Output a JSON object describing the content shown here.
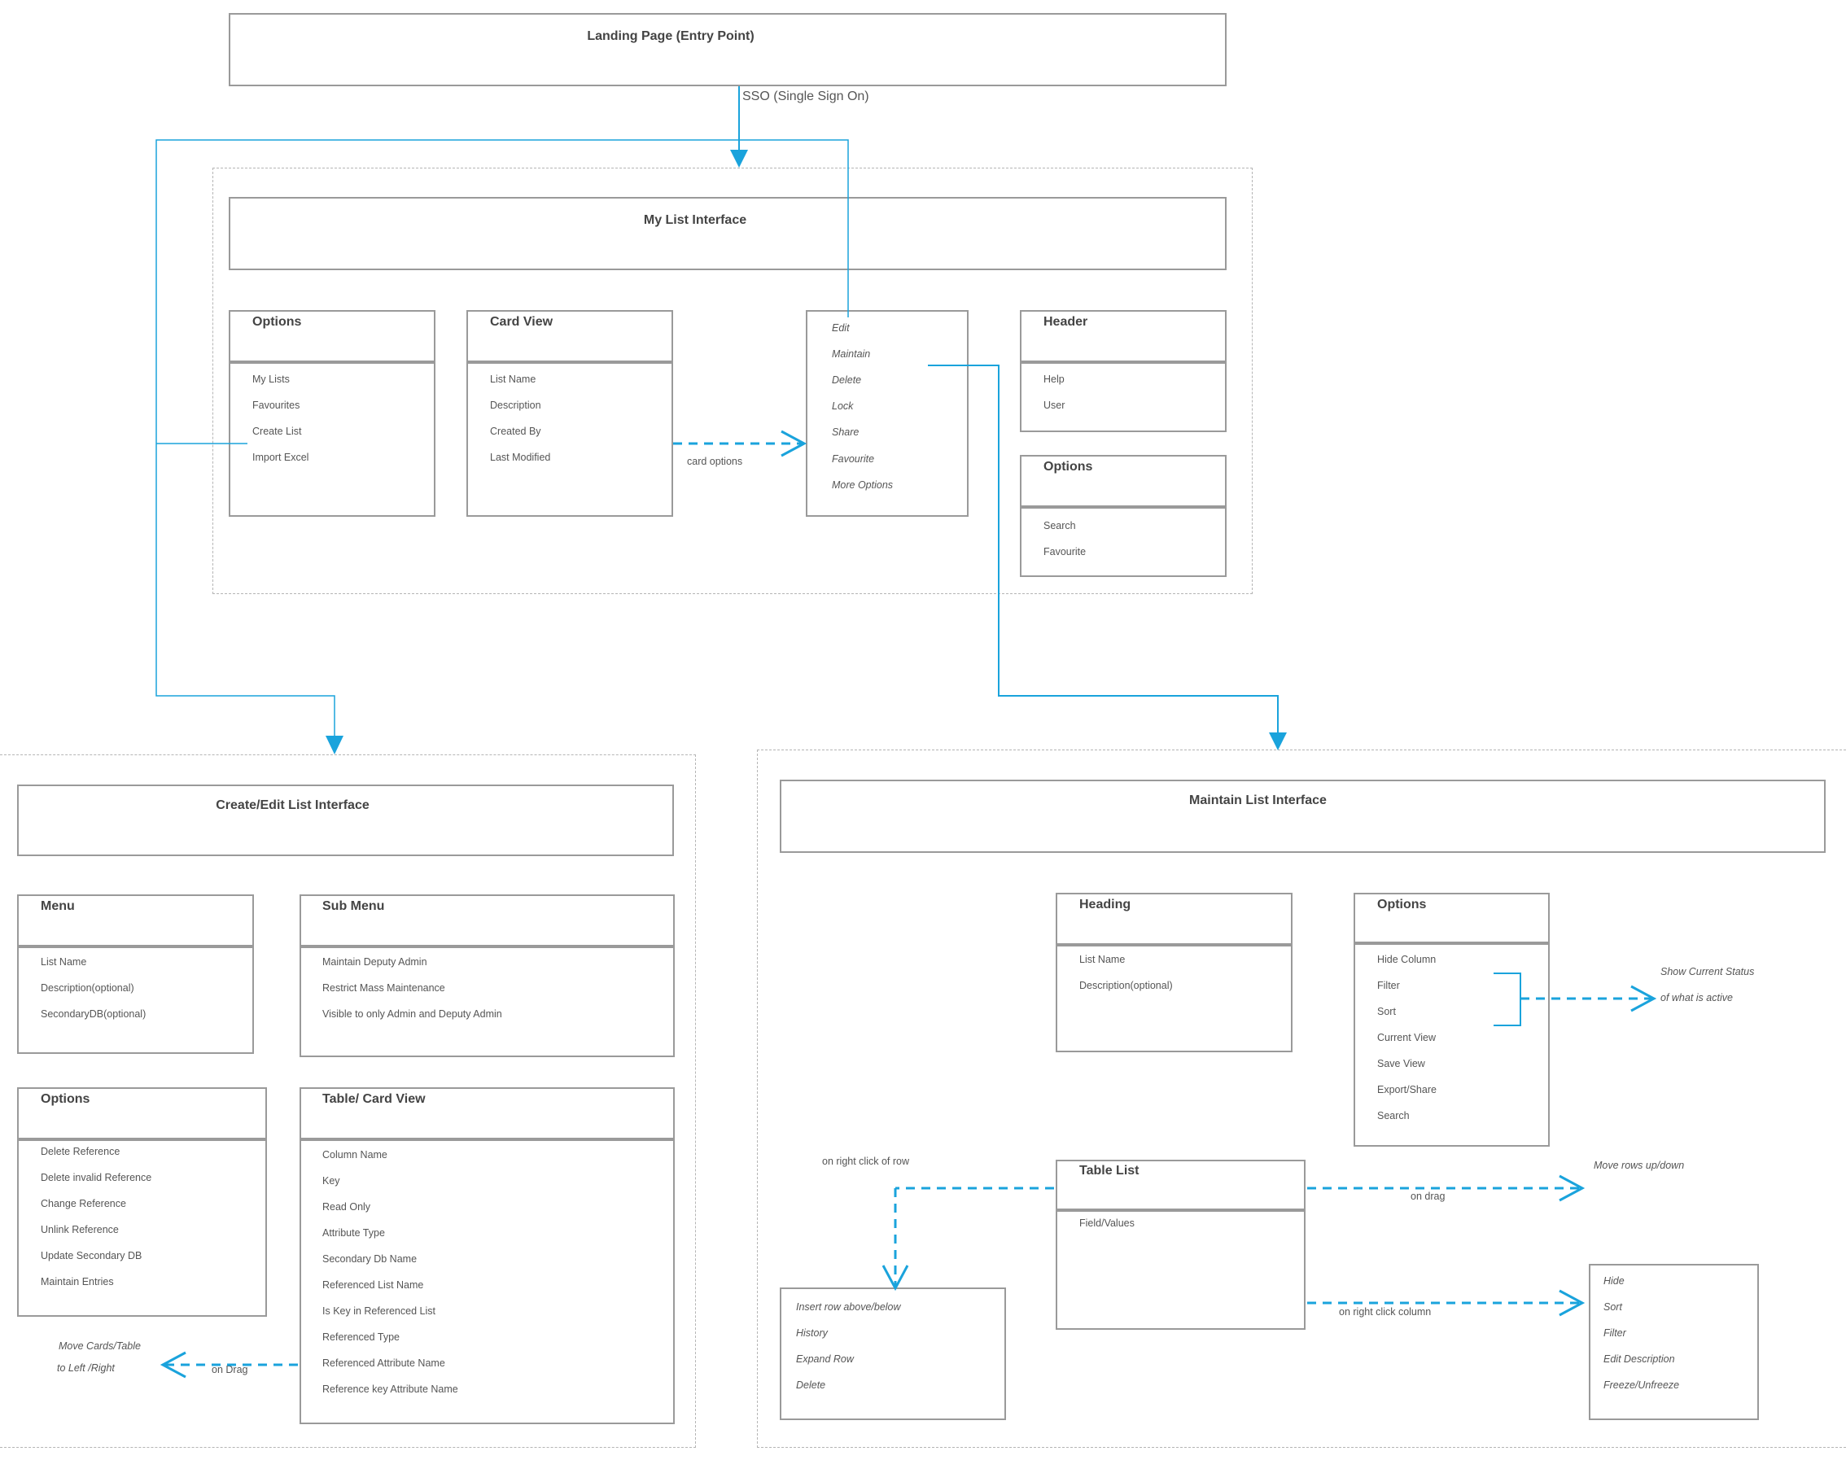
{
  "landing": {
    "title": "Landing Page (Entry Point)",
    "sso_label": "SSO (Single Sign On)"
  },
  "my_list": {
    "title": "My List Interface",
    "options": {
      "title": "Options",
      "items": [
        "My Lists",
        "Favourites",
        "Create List",
        "Import Excel"
      ]
    },
    "card_view": {
      "title": "Card View",
      "items": [
        "List Name",
        "Description",
        "Created By",
        "Last Modified"
      ]
    },
    "card_options_label": "card options",
    "card_menu": {
      "items": [
        "Edit",
        "Maintain",
        "Delete",
        "Lock",
        "Share",
        "Favourite",
        "More Options"
      ]
    },
    "header": {
      "title": "Header",
      "items": [
        "Help",
        "User"
      ]
    },
    "options2": {
      "title": "Options",
      "items": [
        "Search",
        "Favourite"
      ]
    }
  },
  "create_edit": {
    "title": "Create/Edit List Interface",
    "menu": {
      "title": "Menu",
      "items": [
        "List Name",
        "Description(optional)",
        "SecondaryDB(optional)"
      ]
    },
    "sub_menu": {
      "title": "Sub Menu",
      "items": [
        "Maintain Deputy Admin",
        "Restrict Mass Maintenance",
        "Visible to only Admin and Deputy Admin"
      ]
    },
    "options": {
      "title": "Options",
      "items": [
        "Delete Reference",
        "Delete invalid Reference",
        "Change Reference",
        "Unlink Reference",
        "Update Secondary DB",
        "Maintain Entries"
      ]
    },
    "table_card": {
      "title": "Table/ Card View",
      "items": [
        "Column Name",
        "Key",
        "Read Only",
        "Attribute Type",
        "Secondary Db Name",
        "Referenced List Name",
        "Is Key in Referenced List",
        "Referenced Type",
        "Referenced Attribute Name",
        "Reference key Attribute Name"
      ]
    },
    "move_note_line1": "Move  Cards/Table",
    "move_note_line2": "to Left /Right",
    "on_drag": "on Drag"
  },
  "maintain": {
    "title": "Maintain List Interface",
    "heading": {
      "title": "Heading",
      "items": [
        "List Name",
        "Description(optional)"
      ]
    },
    "options": {
      "title": "Options",
      "items": [
        "Hide Column",
        "Filter",
        "Sort",
        "Current View",
        "Save View",
        "Export/Share",
        "Search"
      ]
    },
    "status_note_line1": "Show Current Status",
    "status_note_line2": "of what is active",
    "table_list": {
      "title": "Table List",
      "items": [
        "Field/Values"
      ]
    },
    "right_click_row": "on right click of row",
    "row_menu": {
      "items": [
        "Insert row above/below",
        "History",
        "Expand Row",
        "Delete"
      ]
    },
    "move_rows": "Move rows up/down",
    "on_drag": "on drag",
    "right_click_column": "on right click column",
    "column_menu": {
      "items": [
        "Hide",
        "Sort",
        "Filter",
        "Edit Description",
        "Freeze/Unfreeze"
      ]
    }
  },
  "colors": {
    "accent": "#1aa3dc",
    "border": "#9a9a9a",
    "dashed": "#b5b5b5"
  }
}
